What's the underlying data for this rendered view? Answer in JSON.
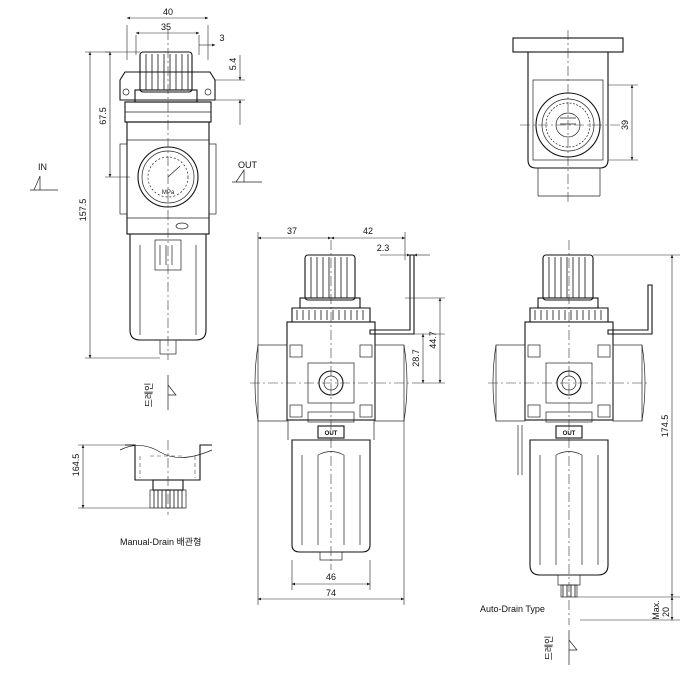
{
  "dimensions": {
    "top_width_outer": "40",
    "top_width_inner": "35",
    "bracket_thick": "3",
    "bracket_offset": "5.4",
    "knob_height": "67.5",
    "total_height_front": "157.5",
    "manual_drain_height": "164.5",
    "top_view_height": "39",
    "left_half": "37",
    "right_half": "42",
    "bracket_gap": "2.3",
    "port_to_bracket_1": "28.7",
    "port_to_bracket_2": "44.7",
    "bowl_width": "46",
    "overall_width": "74",
    "total_height_auto": "174.5",
    "drain_max": "20",
    "max_label": "Max."
  },
  "labels": {
    "in": "IN",
    "out": "OUT",
    "drain_korean": "드레인",
    "manual_drain": "Manual-Drain 배관형",
    "auto_drain": "Auto-Drain Type",
    "out_plate": "OUT",
    "gauge_unit": "MPa"
  }
}
